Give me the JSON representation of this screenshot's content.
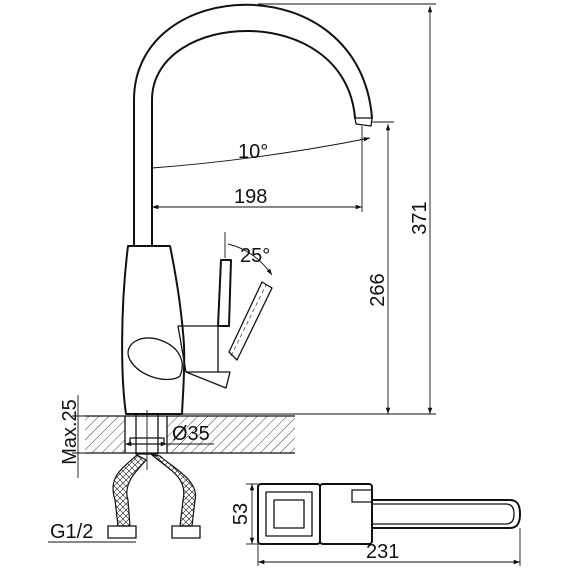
{
  "dimensions": {
    "spout_angle": "10°",
    "spout_reach": "198",
    "total_height": "371",
    "spout_height": "266",
    "lever_angle": "25°",
    "max_thickness": "Max.25",
    "hole_diameter": "Ø35",
    "connection": "G1/2",
    "lever_height": "53",
    "lever_length": "231"
  },
  "colors": {
    "line": "#111111",
    "background": "#ffffff"
  }
}
